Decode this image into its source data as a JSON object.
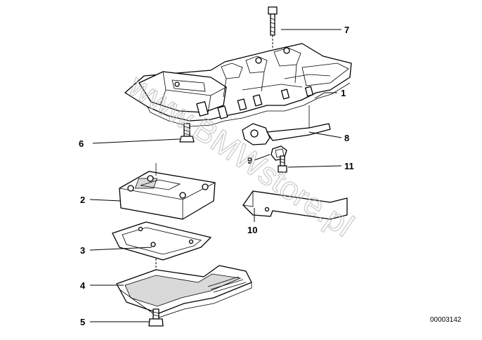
{
  "watermark": "www.BMWstore.pl",
  "document_number": "00003142",
  "callouts": {
    "p1": "1",
    "p2": "2",
    "p3": "3",
    "p4": "4",
    "p5": "5",
    "p6": "6",
    "p7": "7",
    "p8": "8",
    "p9": "9",
    "p10": "10",
    "p11": "11"
  }
}
